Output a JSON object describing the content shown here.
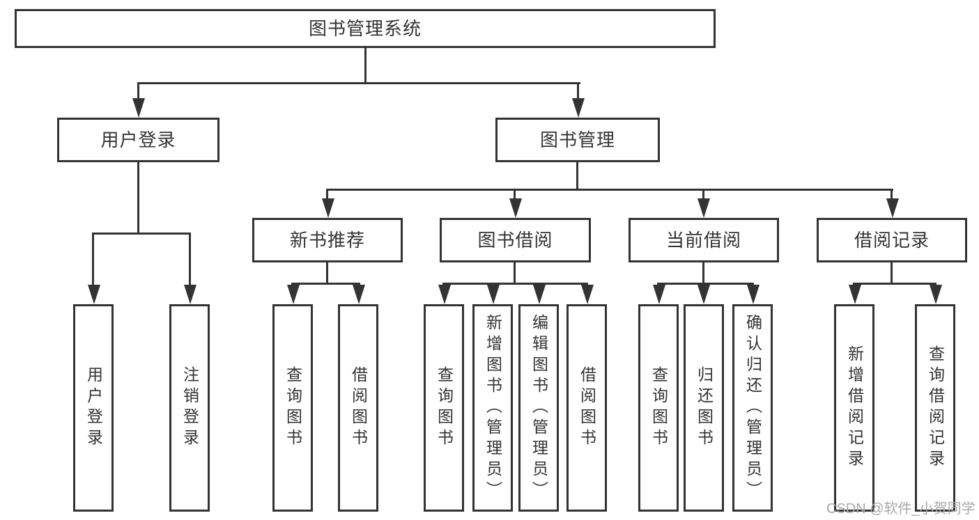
{
  "root": {
    "label": "图书管理系统"
  },
  "branches": {
    "user_login": {
      "label": "用户登录",
      "children": {
        "login": {
          "label": "用户登录"
        },
        "logout": {
          "label": "注销登录"
        }
      }
    },
    "book_mgmt": {
      "label": "图书管理",
      "groups": {
        "new_books": {
          "label": "新书推荐",
          "children": {
            "query": {
              "label": "查询图书"
            },
            "borrow": {
              "label": "借阅图书"
            }
          }
        },
        "borrowing": {
          "label": "图书借阅",
          "children": {
            "query": {
              "label": "查询图书"
            },
            "add": {
              "label": "新增图书（管理员）"
            },
            "edit": {
              "label": "编辑图书（管理员）"
            },
            "borrow": {
              "label": "借阅图书"
            }
          }
        },
        "current": {
          "label": "当前借阅",
          "children": {
            "query": {
              "label": "查询图书"
            },
            "return": {
              "label": "归还图书"
            },
            "confirm": {
              "label": "确认归还（管理员）"
            }
          }
        },
        "records": {
          "label": "借阅记录",
          "children": {
            "add": {
              "label": "新增借阅记录"
            },
            "query": {
              "label": "查询借阅记录"
            }
          }
        }
      }
    }
  },
  "watermark": {
    "text": "CSDN @软件_小贺同学"
  },
  "colors": {
    "line": "#333333",
    "text": "#333333",
    "watermark": "#a8a8a8",
    "background": "#ffffff"
  }
}
